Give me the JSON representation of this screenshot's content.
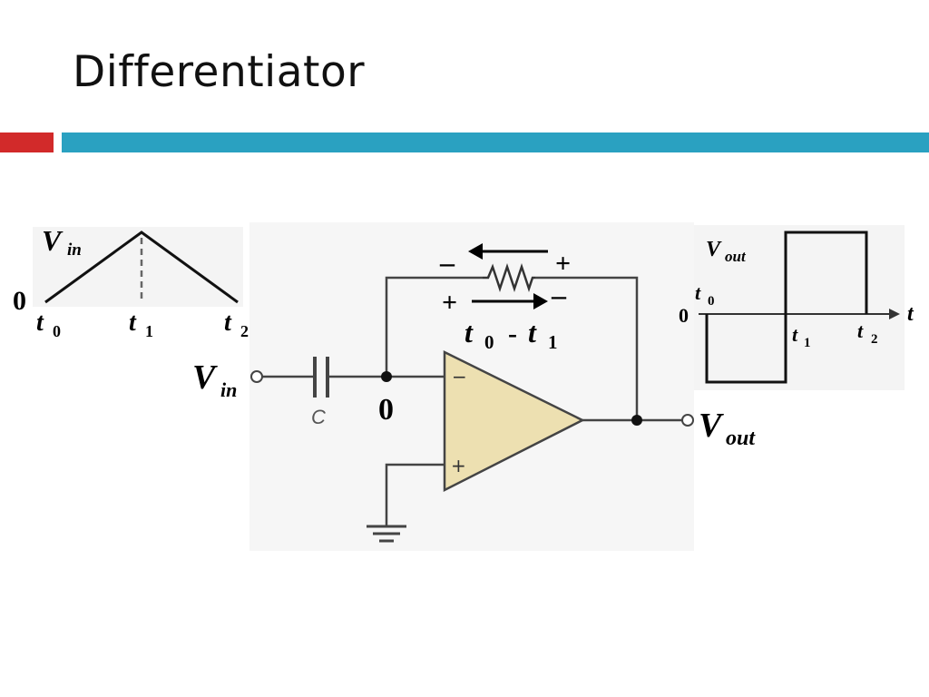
{
  "slide": {
    "title": "Differentiator"
  },
  "colors": {
    "accent_red": "#d22a2a",
    "accent_blue": "#2aa1c1",
    "opamp_fill": "#ede0b1"
  },
  "input_waveform": {
    "v_label": "V",
    "v_sub": "in",
    "zero": "0",
    "t0": "t",
    "t0_sub": "0",
    "t1": "t",
    "t1_sub": "1",
    "t2": "t",
    "t2_sub": "2"
  },
  "output_waveform": {
    "v_label": "V",
    "v_sub": "out",
    "zero": "0",
    "t0": "t",
    "t0_sub": "0",
    "t1": "t",
    "t1_sub": "1",
    "t2": "t",
    "t2_sub": "2",
    "axis_t": "t"
  },
  "circuit": {
    "vin_label": "V",
    "vin_sub": "in",
    "vout_label": "V",
    "vout_sub": "out",
    "capacitor_label": "C",
    "node_zero": "0",
    "minus_sign": "−",
    "plus_sign": "+",
    "top_minus": "–",
    "top_plus": "+",
    "bottom_plus": "+",
    "bottom_minus": "–",
    "interval_t0": "t",
    "interval_t0_sub": "0",
    "interval_dash": "-",
    "interval_t1": "t",
    "interval_t1_sub": "1"
  }
}
